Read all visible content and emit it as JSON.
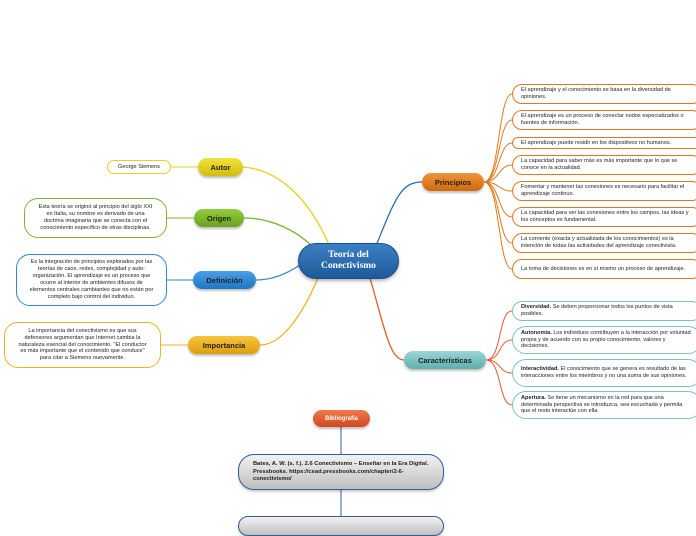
{
  "center": {
    "line1": "Teoría del",
    "line2": "Conectivismo"
  },
  "branches": {
    "autor": {
      "label": "Autor",
      "detail": "George Siemens"
    },
    "origen": {
      "label": "Origen",
      "detail": "Esta teoría se originó al principio del siglo XXI en Italia, su nombre es derivado de una doctrina imaginaria que se conecta con el conocimiento específico de otras disciplinas."
    },
    "definicion": {
      "label": "Definición",
      "detail": "Es la integración de principios explorados por las teorías de caos, redes, complejidad y auto-organización. El aprendizaje es un proceso que ocurre al interior de ambientes difusos de elementos centrales cambiantes que no están por completo bajo control del individuo."
    },
    "importancia": {
      "label": "Importancia",
      "detail": "La importancia del conectivismo es que sus defensores argumentan que Internet cambia la naturaleza esencial del conocimiento. \"El conductor es más importante que el contenido que conduce\" para citar a Siemens nuevamente."
    },
    "principios": {
      "label": "Principios",
      "items": [
        "El aprendizaje y el conocimiento se basa en la diversidad de opiniones.",
        "El aprendizaje es un proceso de conectar nodos especializados o fuentes de información.",
        "El aprendizaje puede residir en los dispositivos no humanos.",
        "La capacidad para saber más es más importante que lo que se conoce en la actualidad.",
        "Fomentar y mantener las conexiones es necesario para facilitar el aprendizaje continuo.",
        "La capacidad para ver las conexiones entre los campos, las ideas y los conceptos es fundamental.",
        "La corriente (exacta y actualizada de los conocimientos) es la intención de todas las actividades del aprendizaje conectivista.",
        "La toma de decisiones es en sí mismo un proceso de aprendizaje."
      ]
    },
    "caracteristicas": {
      "label": "Características",
      "items": [
        {
          "key": "Diversidad.",
          "text": " Se deben proporcionar todos los puntos de vista posibles."
        },
        {
          "key": "Autonomía.",
          "text": " Los individuos contribuyen a la interacción por voluntad propia y de acuerdo con su propio conocimiento, valores y decisiones."
        },
        {
          "key": "Interactividad.",
          "text": " El conocimiento que se genera es resultado de las interacciones entre los miembros y no una suma de sus opiniones."
        },
        {
          "key": "Apertura.",
          "text": " Se tiene un mecanismo en la red para que una determinada perspectiva se introduzca, sea escuchada y permita que el resto interactúe con ella."
        }
      ]
    }
  },
  "bibliografia": {
    "label": "Bibliografía",
    "entry": "Bates, A. W. (s. f.). 2.6 Conectivismo – Enseñar en la Era Digital. Pressbooks. https://cead.pressbooks.com/chapter/2-6-conectivismo/"
  },
  "colors": {
    "autor": "#e6d21c",
    "origen": "#7cb528",
    "definicion": "#2f86d8",
    "importancia": "#f0b21c",
    "principios": "#e0781c",
    "caracteristicas": "#7ac4c4",
    "bibliografia": "#e35a2c",
    "center": "#2a6cb0"
  }
}
